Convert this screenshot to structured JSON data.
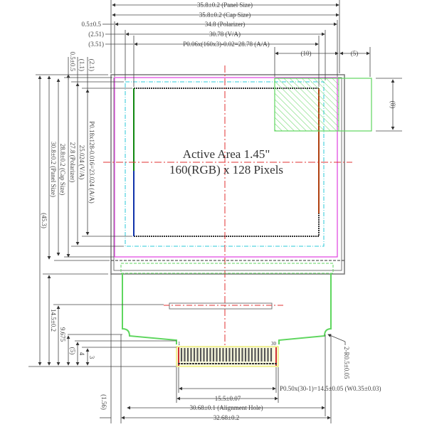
{
  "drawing": {
    "title_line1": "Active Area 1.45\"",
    "title_line2": "160(RGB) x 128 Pixels"
  },
  "top_dims": {
    "panel": "35.8±0.2 (Panel Size)",
    "cap": "35.8±0.2 (Cap Size)",
    "pol_offset": "0.5±0.5",
    "polarizer": "34.8 (Polarizer)",
    "va_offset": "(2.51)",
    "va": "30.78 (V/A)",
    "aa_offset": "(3.51)",
    "aa": "P0.06x(160x3)-0.02=28.78 (A/A)",
    "tape_w": "(10)",
    "tape_off": "(5)"
  },
  "right_dims": {
    "tape_h": "(8)"
  },
  "left_dims": {
    "pol_offset": "0.5±0.5",
    "va_offset": "(1.1)",
    "aa_offset": "(2.1)",
    "aa": "P0.18x128-0.016=23.024 (A/A)",
    "va": "25.024 (V/A)",
    "polarizer": "27.8 (Polarizer)",
    "cap": "28.8±0.2 (Cap Size)",
    "panel": "30.8±0.2 (Panel Size)",
    "total": "(45.3)",
    "fpc": "14.5±0.2",
    "fpc2": "9.675",
    "d5": "(5)",
    "d4": "4",
    "d3": "3",
    "d156": "(1.56)"
  },
  "bottom_dims": {
    "pitch": "P0.50x(30-1)=14.5±0.05 (W0.35±0.03)",
    "conn": "15.5±0.07",
    "align": "30.68±0.1 (Alignment Hole)",
    "fpc_w": "32.68±0.2",
    "radius": "2-R0.5±0.05"
  },
  "pins": {
    "first": "1",
    "last": "30"
  }
}
